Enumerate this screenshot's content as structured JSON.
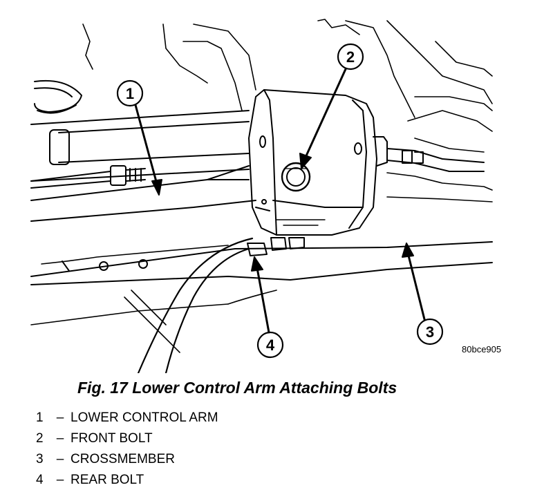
{
  "figure": {
    "drawing_code": "80bce905",
    "caption": "Fig. 17 Lower Control Arm Attaching Bolts"
  },
  "callouts": [
    {
      "number": "1"
    },
    {
      "number": "2"
    },
    {
      "number": "3"
    },
    {
      "number": "4"
    }
  ],
  "legend": [
    {
      "number": "1",
      "separator": "–",
      "label": "LOWER CONTROL ARM"
    },
    {
      "number": "2",
      "separator": "–",
      "label": "FRONT BOLT"
    },
    {
      "number": "3",
      "separator": "–",
      "label": "CROSSMEMBER"
    },
    {
      "number": "4",
      "separator": "–",
      "label": "REAR BOLT"
    }
  ]
}
